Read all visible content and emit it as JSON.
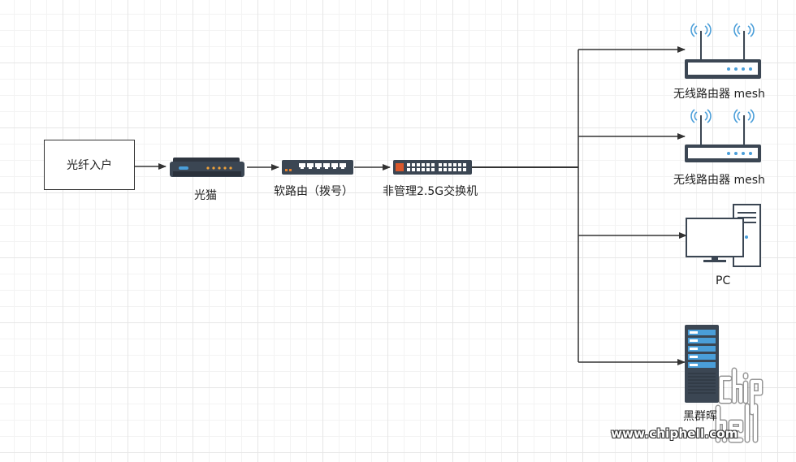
{
  "nodes": {
    "fiber_input": "光纤入户",
    "modem": "光猫",
    "soft_router": "软路由（拨号）",
    "switch": "非管理2.5G交换机",
    "mesh_router_1": "无线路由器 mesh",
    "mesh_router_2": "无线路由器 mesh",
    "pc": "PC",
    "server": "黑群晖"
  },
  "watermark": {
    "url": "www.chiphell.com",
    "logo_text": "chiphell"
  },
  "colors": {
    "line": "#333333",
    "device_dark": "#3b4653",
    "server_blue": "#4a9ed9"
  }
}
